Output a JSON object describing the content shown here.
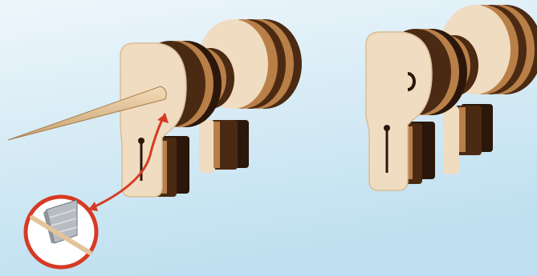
{
  "figure": {
    "colors": {
      "background_top": "#eef6fb",
      "background_bottom": "#bfe0f0",
      "light_wood": "#f0dcc0",
      "light_wood_edge": "#d9bc95",
      "medium_wood": "#b97f48",
      "dark_wood": "#4a2a12",
      "darkest_wood": "#2b170a",
      "callout_red": "#d63a24",
      "callout_fill": "#ffffff",
      "blade_silver": "#b7bcc2",
      "blade_edge": "#6f767e",
      "dowel": "#e3c49b"
    },
    "icons": [
      "wooden-elephant-with-tusk",
      "wooden-elephant-without-tusk",
      "utility-blade-detail-callout"
    ]
  }
}
